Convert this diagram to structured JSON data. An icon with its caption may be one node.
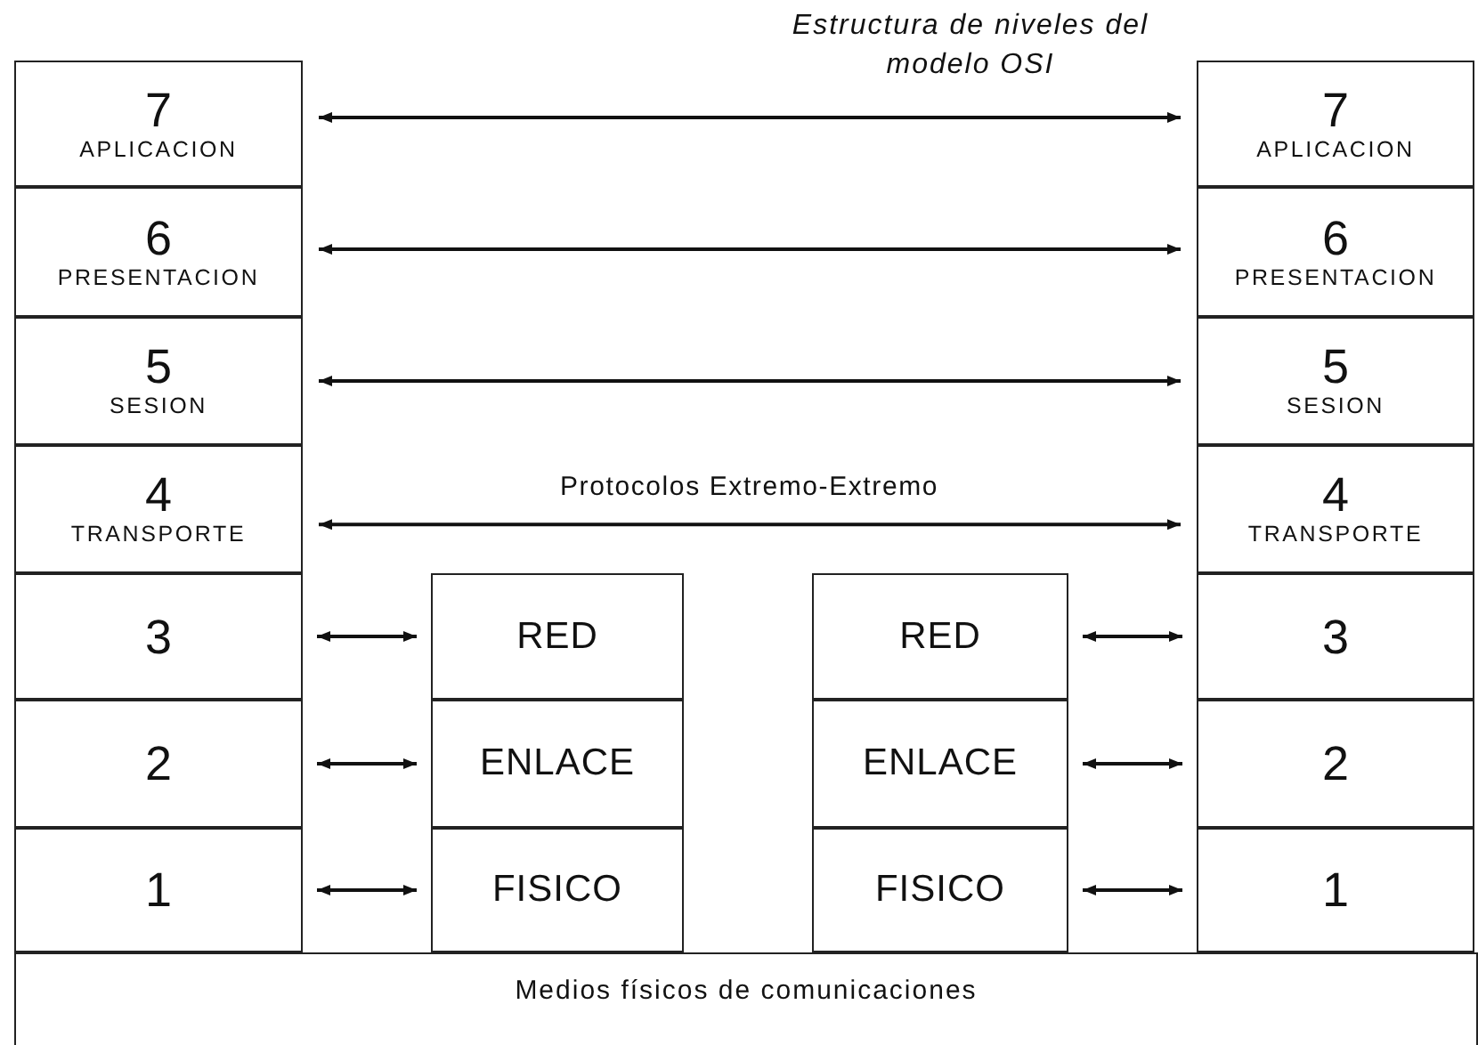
{
  "diagram": {
    "title": "Estructura de niveles del modelo OSI",
    "nodes": [
      {
        "text": [
          "7",
          "APLICACION"
        ]
      },
      {
        "text": [
          "7",
          "APLICACION"
        ]
      },
      {
        "text": [
          "6",
          "PRESENTACION"
        ]
      },
      {
        "text": [
          "6",
          "PRESENTACION"
        ]
      },
      {
        "text": [
          "5",
          "SESION"
        ]
      },
      {
        "text": [
          "5",
          "SESION"
        ]
      },
      {
        "text": [
          "4",
          "TRANSPORTE"
        ]
      },
      {
        "text": [
          "4",
          "TRANSPORTE"
        ]
      },
      {
        "text": [
          "3"
        ]
      },
      {
        "text": [
          "RED"
        ]
      },
      {
        "text": [
          "RED"
        ]
      },
      {
        "text": [
          "3"
        ]
      },
      {
        "text": [
          "2"
        ]
      },
      {
        "text": [
          "ENLACE"
        ]
      },
      {
        "text": [
          "ENLACE"
        ]
      },
      {
        "text": [
          "2"
        ]
      },
      {
        "text": [
          "1"
        ]
      },
      {
        "text": [
          "FISICO"
        ]
      },
      {
        "text": [
          "FISICO"
        ]
      },
      {
        "text": [
          "1"
        ]
      },
      {
        "text": [
          "Medios físicos de comunicaciones"
        ]
      }
    ],
    "edges": [
      {
        "from": 0,
        "to": 1,
        "arrow": "both"
      },
      {
        "from": 2,
        "to": 3,
        "arrow": "both"
      },
      {
        "from": 4,
        "to": 5,
        "arrow": "both"
      },
      {
        "from": 6,
        "to": 7,
        "arrow": "both",
        "label": "Protocolos Extremo-Extremo"
      },
      {
        "from": 8,
        "to": 9,
        "arrow": "both"
      },
      {
        "from": 10,
        "to": 11,
        "arrow": "both"
      },
      {
        "from": 12,
        "to": 13,
        "arrow": "both"
      },
      {
        "from": 14,
        "to": 15,
        "arrow": "both"
      },
      {
        "from": 16,
        "to": 17,
        "arrow": "both"
      },
      {
        "from": 18,
        "to": 19,
        "arrow": "both"
      }
    ]
  }
}
